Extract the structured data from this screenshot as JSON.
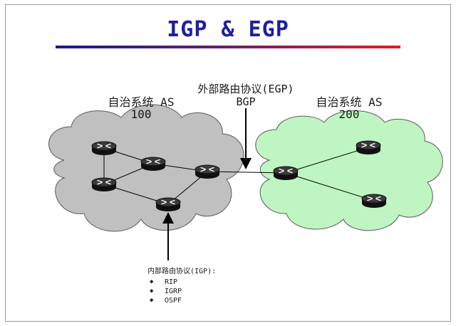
{
  "slide": {
    "title": "IGP & EGP",
    "as100": {
      "label": "自治系统 AS",
      "number": "100"
    },
    "as200": {
      "label": "自治系统 AS",
      "number": "200"
    },
    "egp": {
      "label": "外部路由协议(EGP)",
      "protocol": "BGP"
    },
    "igp": {
      "label": "内部路由协议(IGP):",
      "protocols": [
        "RIP",
        "IGRP",
        "OSPF"
      ]
    },
    "colors": {
      "title": "#1f1f9e",
      "as100_cloud": "#c0c0c0",
      "as200_cloud": "#bff5c2",
      "router": "#1c1c1c"
    }
  }
}
